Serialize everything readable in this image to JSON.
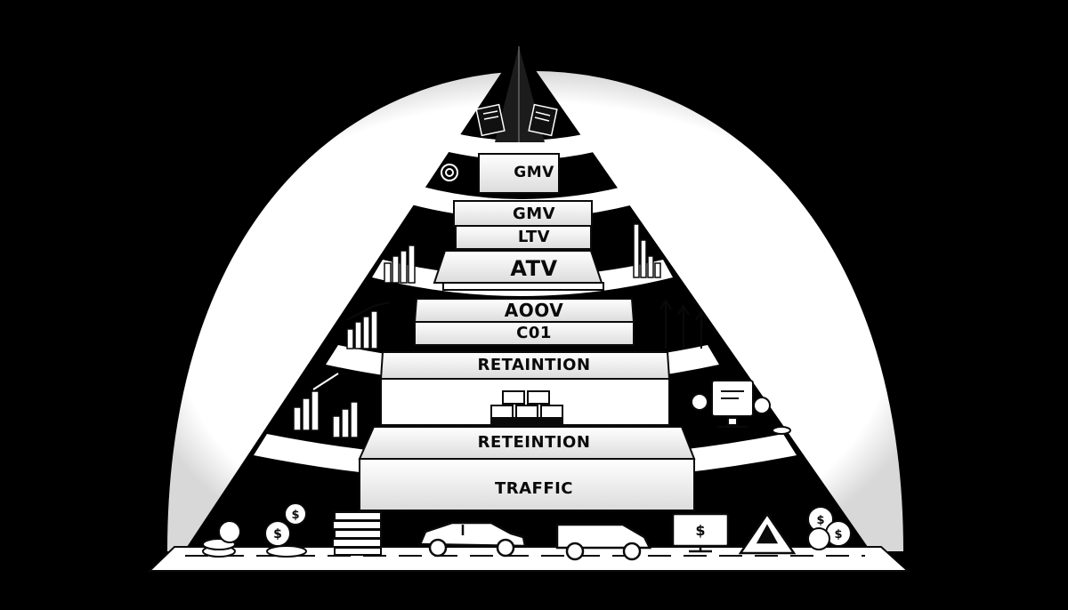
{
  "palette": {
    "background": "#000000",
    "halo": "#ffffff",
    "pyramid_dark": "#000000",
    "step_fill": "#f4f4f4",
    "ink": "#0a0a0a"
  },
  "pyramid": {
    "tiers_top_to_bottom": [
      {
        "label": "GMV"
      },
      {
        "label": "GMV"
      },
      {
        "label": "LTV"
      },
      {
        "label": "ATV"
      },
      {
        "label": "AOOV"
      },
      {
        "label": "C01"
      },
      {
        "label": "RETAINTION"
      },
      {
        "label": "RETEINTION"
      },
      {
        "label": "TRAFFIC"
      }
    ]
  },
  "side_icons": {
    "left": [
      "document-icon",
      "target-icon",
      "bar-chart-icon",
      "bar-chart-arrow-icon",
      "bar-chart-arrow-icon"
    ],
    "right": [
      "document-icon",
      "bar-chart-icon",
      "growth-arrows-icon",
      "computer-monitor-icon"
    ]
  },
  "base_icons": [
    "coin-stack-icon",
    "dollar-coins-icon",
    "book-stack-icon",
    "sedan-car-icon",
    "delivery-van-icon",
    "dollar-monitor-icon",
    "warning-sign-icon",
    "dollar-coins-icon"
  ]
}
